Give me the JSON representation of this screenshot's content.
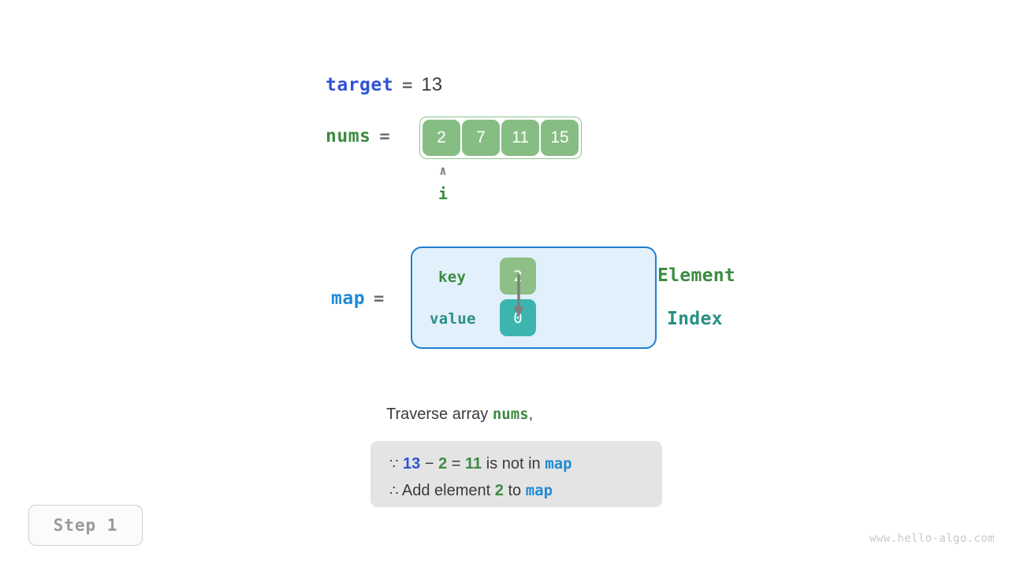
{
  "target": {
    "name": "target",
    "equals": "=",
    "value": "13"
  },
  "nums": {
    "name": "nums",
    "equals": "=",
    "cells": [
      "2",
      "7",
      "11",
      "15"
    ],
    "pointer": {
      "caret": "∧",
      "label": "i",
      "index": 0
    }
  },
  "map": {
    "name": "map",
    "equals": "=",
    "key_label": "key",
    "value_label": "value",
    "key_cell": "2",
    "value_cell": "0",
    "side_labels": {
      "element": "Element",
      "index": "Index"
    }
  },
  "description": {
    "prefix": "Traverse array ",
    "keyword": "nums",
    "suffix": ","
  },
  "note": {
    "line1": {
      "symbol": "∵",
      "a": "13",
      "minus": "−",
      "b": "2",
      "eq": "=",
      "result": "11",
      "tail": "is not in ",
      "map": "map"
    },
    "line2": {
      "symbol": "∴",
      "prefix": "Add element ",
      "element": "2",
      "middle": " to ",
      "map": "map"
    }
  },
  "step": {
    "label": "Step 1"
  },
  "watermark": {
    "text": "www.hello-algo.com"
  },
  "colors": {
    "target_blue": "#2f54d6",
    "map_blue": "#1f8bd4",
    "green": "#3d8b41",
    "teal": "#2a8f86",
    "cell_green": "#86bd83",
    "cell_teal": "#3cb5af",
    "map_fill": "#e2f0fb",
    "map_border": "#1f7fd0",
    "note_bg": "#e4e4e4",
    "gray_text": "#3b3b3b"
  }
}
